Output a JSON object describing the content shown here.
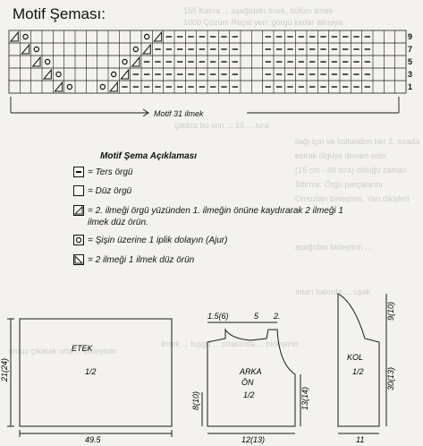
{
  "page": {
    "title": "Motif Şeması:"
  },
  "chart": {
    "row_numbers": [
      "9",
      "7",
      "5",
      "3",
      "1"
    ],
    "motif_label": "Motif 31 ilmek"
  },
  "legend": {
    "title": "Motif Şema Açıklaması",
    "items": [
      {
        "icon": "dash-square-icon",
        "text": "= Ters örgü"
      },
      {
        "icon": "empty-square-icon",
        "text": "= Düz örgü"
      },
      {
        "icon": "left-slant-decrease-icon",
        "text": "= 2. ilmeği örgü yüzünden 1. ilmeğin önüne kaydırarak 2 ilmeği 1 ilmek düz örün."
      },
      {
        "icon": "yarn-over-circle-icon",
        "text": "= Şişin üzerine 1 iplik dolayın (Ajur)"
      },
      {
        "icon": "right-slant-decrease-icon",
        "text": "= 2 ilmeği 1 ilmek düz örün"
      }
    ]
  },
  "patterns": {
    "eter": {
      "label": "ETEK",
      "fraction": "1/2",
      "height": "21(24)",
      "width": "49.5"
    },
    "arka": {
      "label": "ARKA",
      "sub": "ÖN",
      "fraction": "1/2",
      "top_left": "1.5(6)",
      "top_mid": "5",
      "top_right": "2.",
      "left_h": "8(10)",
      "right_h": "13(14)",
      "bottom": "12(13)"
    },
    "kol": {
      "label": "KOL",
      "fraction": "1/2",
      "top_h": "9(10)",
      "side_h": "30(13)",
      "bottom": "11"
    }
  }
}
